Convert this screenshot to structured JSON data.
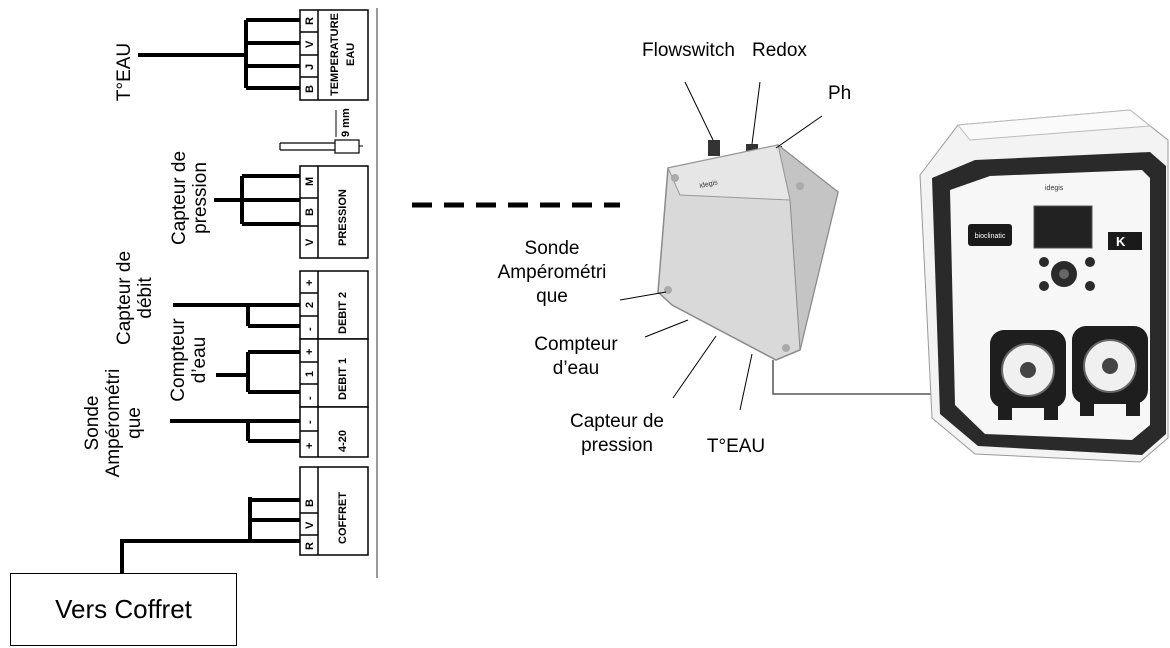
{
  "terminal_blocks": [
    {
      "title_lines": [
        "TEMPERATURE",
        "EAU"
      ],
      "terminals": [
        "B",
        "J",
        "V",
        "R"
      ]
    },
    {
      "title_lines": [
        "PRESSION"
      ],
      "terminals": [
        "V",
        "B",
        "M"
      ]
    },
    {
      "title_lines": [
        "DEBIT 2"
      ],
      "terminals": [
        "-",
        "2",
        "+"
      ]
    },
    {
      "title_lines": [
        "DEBIT 1"
      ],
      "terminals": [
        "-",
        "1",
        "+"
      ]
    },
    {
      "title_lines": [
        "4-20"
      ],
      "terminals": [
        "+",
        "-"
      ]
    },
    {
      "title_lines": [
        "COFFRET"
      ],
      "terminals": [
        "R",
        "V",
        "B"
      ]
    }
  ],
  "left_labels": {
    "teau": "T°EAU",
    "pression_1": "Capteur de",
    "pression_2": "pression",
    "debit_1": "Capteur de",
    "debit_2": "débit",
    "compteur_1": "Compteur",
    "compteur_2": "d’eau",
    "sonde_1": "Sonde",
    "sonde_2": "Ampérométri",
    "sonde_3": "que"
  },
  "wire_gauge": "9 mm",
  "vers_coffret": "Vers Coffret",
  "box_labels": {
    "flowswitch": "Flowswitch",
    "redox": "Redox",
    "ph": "Ph",
    "sonde_1": "Sonde",
    "sonde_2": "Ampérométri",
    "sonde_3": "que",
    "compteur_1": "Compteur",
    "compteur_2": "d’eau",
    "capteur_1": "Capteur de",
    "capteur_2": "pression",
    "teau": "T°EAU"
  },
  "junction_box_brand": "idegis",
  "controller": {
    "brand": "idegis",
    "product": "bioclinatic",
    "badge": "K"
  }
}
